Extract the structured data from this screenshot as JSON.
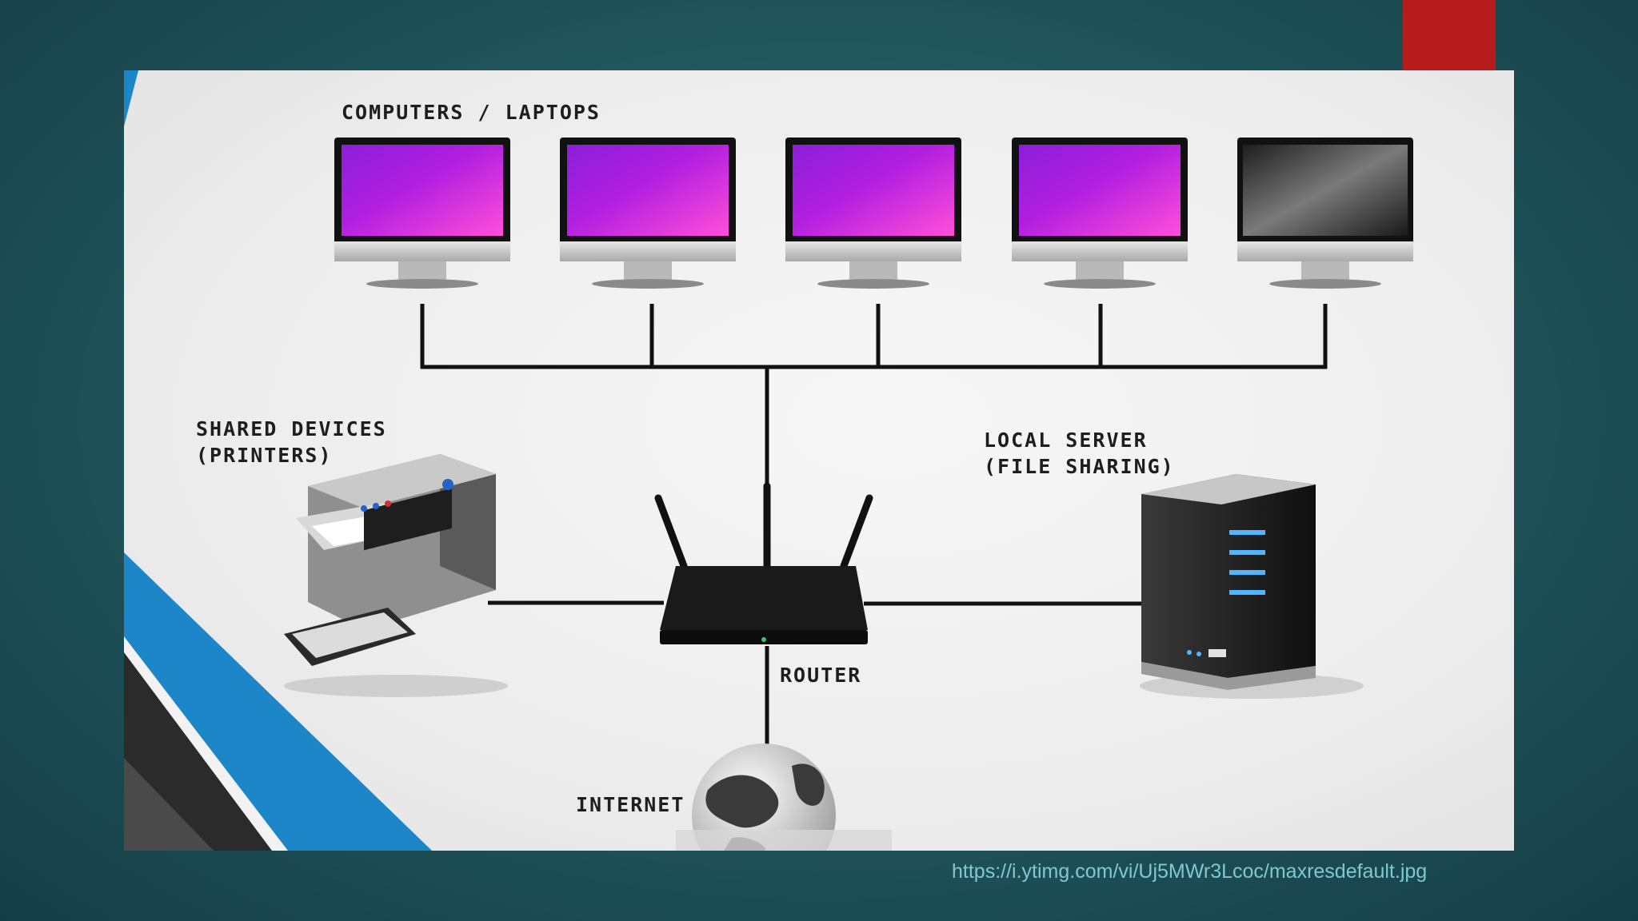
{
  "slide": {
    "image_url": "https://i.ytimg.com/vi/Uj5MWr3Lcoc/maxresdefault.jpg"
  },
  "diagram": {
    "computers_label": "COMPUTERS / LAPTOPS",
    "shared_devices_label": [
      "SHARED DEVICES",
      "(PRINTERS)"
    ],
    "local_server_label": [
      "LOCAL SERVER",
      "(FILE SHARING)"
    ],
    "router_label": "ROUTER",
    "internet_label": "INTERNET"
  },
  "colors": {
    "background": "#22595f",
    "accent_red": "#b71c1c",
    "accent_blue": "#1c86c9",
    "screen_on": "#c21fd6",
    "screen_off": "#2a2a2a",
    "server_led": "#4fb6ff",
    "link_text": "#7ec9d1"
  },
  "icons": [
    "monitor-icon",
    "printer-icon",
    "router-icon",
    "server-icon",
    "globe-icon"
  ]
}
